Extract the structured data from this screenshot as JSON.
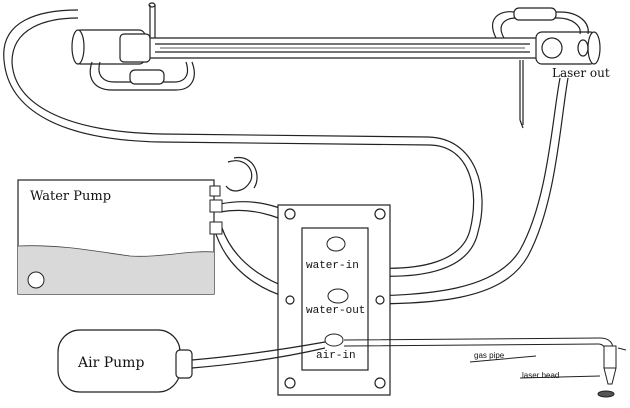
{
  "labels": {
    "laser_out": "Laser out",
    "water_pump": "Water Pump",
    "water_in": "water-in",
    "water_out": "water-out",
    "air_in": "air-in",
    "air_pump": "Air Pump",
    "gas_pipe": "gas pipe",
    "laser_head": "laser head"
  },
  "colors": {
    "line": "#222222",
    "water": "#d9d9d9",
    "background": "#ffffff"
  }
}
